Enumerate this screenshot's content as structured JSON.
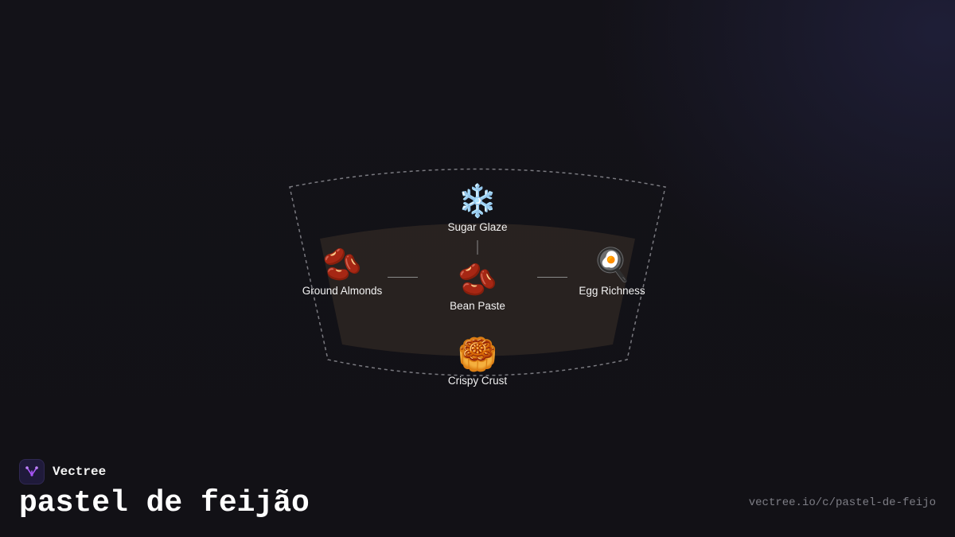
{
  "diagram": {
    "nodes": {
      "top": {
        "emoji": "❄️",
        "label": "Sugar Glaze",
        "icon": "snowflake-icon"
      },
      "left": {
        "emoji": "🫘",
        "label": "Ground Almonds",
        "icon": "beans-icon"
      },
      "center": {
        "emoji": "🫘",
        "label": "Bean Paste",
        "icon": "beans-icon"
      },
      "right": {
        "emoji": "🍳",
        "label": "Egg Richness",
        "icon": "frying-pan-egg-icon"
      },
      "bottom": {
        "emoji": "🥮",
        "label": "Crispy Crust",
        "icon": "mooncake-icon"
      }
    },
    "colors": {
      "bowl_fill": "#2a2421",
      "outline": "#7a7a80",
      "connector": "#8a8a8a"
    }
  },
  "brand": {
    "name": "Vectree",
    "logo_icon": "vectree-logo-icon",
    "logo_color": "#a855f7"
  },
  "footer": {
    "title": "pastel de feijão",
    "url": "vectree.io/c/pastel-de-feijo"
  }
}
